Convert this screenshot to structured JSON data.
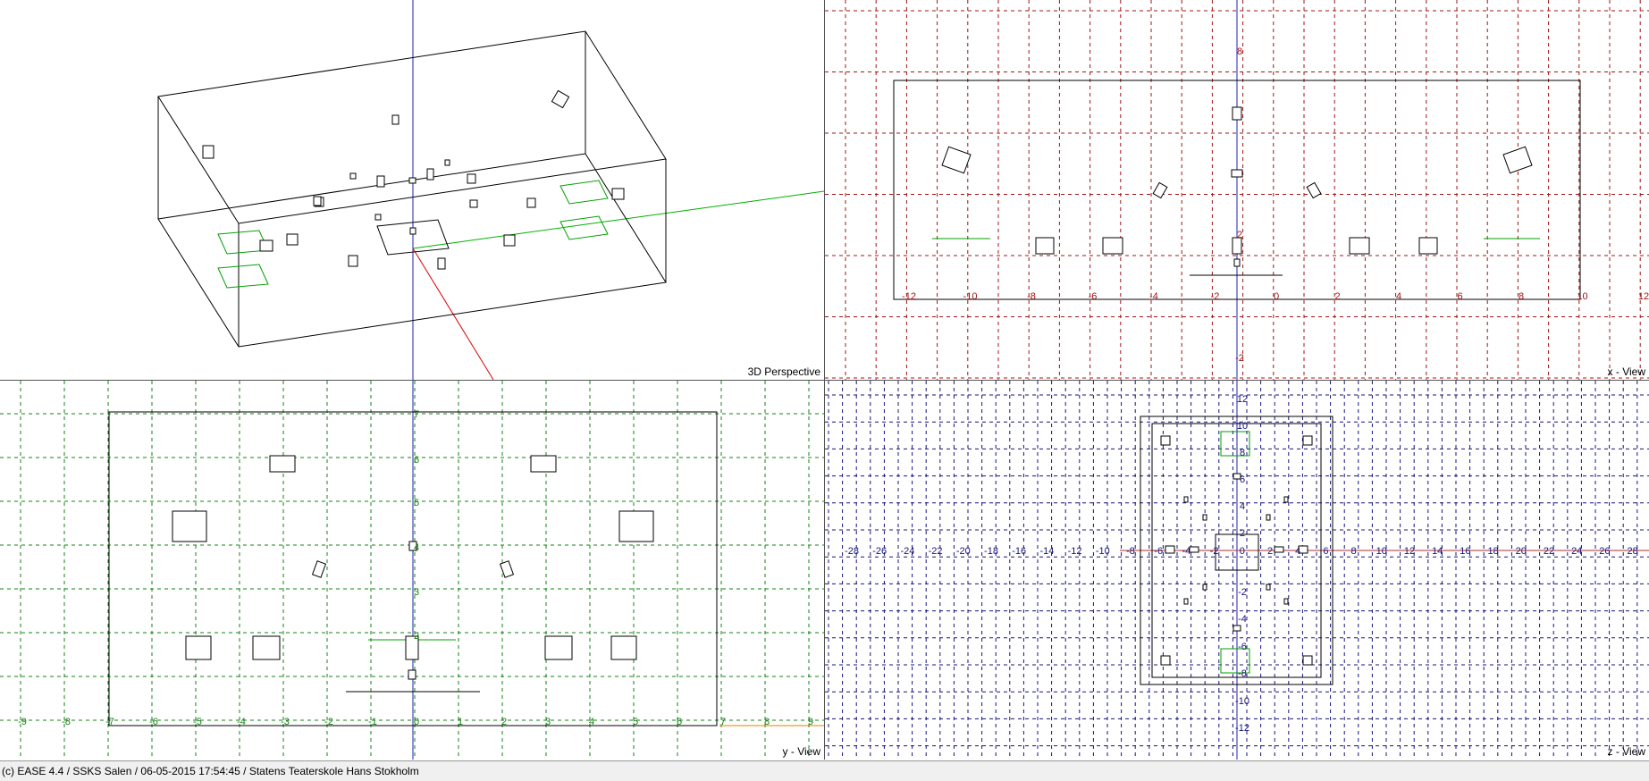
{
  "views": {
    "perspective": {
      "label": "3D Perspective"
    },
    "x": {
      "label": "x - View",
      "ticks": [
        "-12",
        "-10",
        "-8",
        "-6",
        "-4",
        "-2",
        "0",
        "2",
        "4",
        "6",
        "8",
        "10",
        "12"
      ],
      "vticks": [
        "8",
        "2",
        "-2"
      ]
    },
    "y": {
      "label": "y - View",
      "ticks": [
        "-9",
        "-8",
        "-7",
        "-6",
        "-5",
        "-4",
        "-3",
        "-2",
        "-1",
        "0",
        "1",
        "2",
        "3",
        "4",
        "5",
        "6",
        "7",
        "8",
        "9"
      ],
      "vticks": [
        "7",
        "6",
        "5",
        "4",
        "3",
        "2"
      ]
    },
    "z": {
      "label": "z - View",
      "ticks": [
        "-28",
        "-26",
        "-24",
        "-22",
        "-20",
        "-18",
        "-16",
        "-14",
        "-12",
        "-10",
        "-8",
        "-6",
        "-4",
        "-2",
        "0",
        "2",
        "4",
        "6",
        "8",
        "10",
        "12",
        "14",
        "16",
        "18",
        "20",
        "22",
        "24",
        "26",
        "28"
      ],
      "vticks": [
        "12",
        "10",
        "8",
        "6",
        "4",
        "2",
        "-2",
        "-4",
        "-6",
        "-8",
        "-10",
        "-12"
      ]
    }
  },
  "status_text": "(c) EASE 4.4  / SSKS Salen  / 06-05-2015 17:54:45 / Statens Teaterskole Hans Stokholm",
  "colors": {
    "x_view_grid": "#a01414",
    "y_view_grid": "#148214",
    "z_view_grid": "#14147a",
    "axis_red": "#e00000",
    "axis_green": "#00b000",
    "axis_blue": "#2020b0"
  }
}
